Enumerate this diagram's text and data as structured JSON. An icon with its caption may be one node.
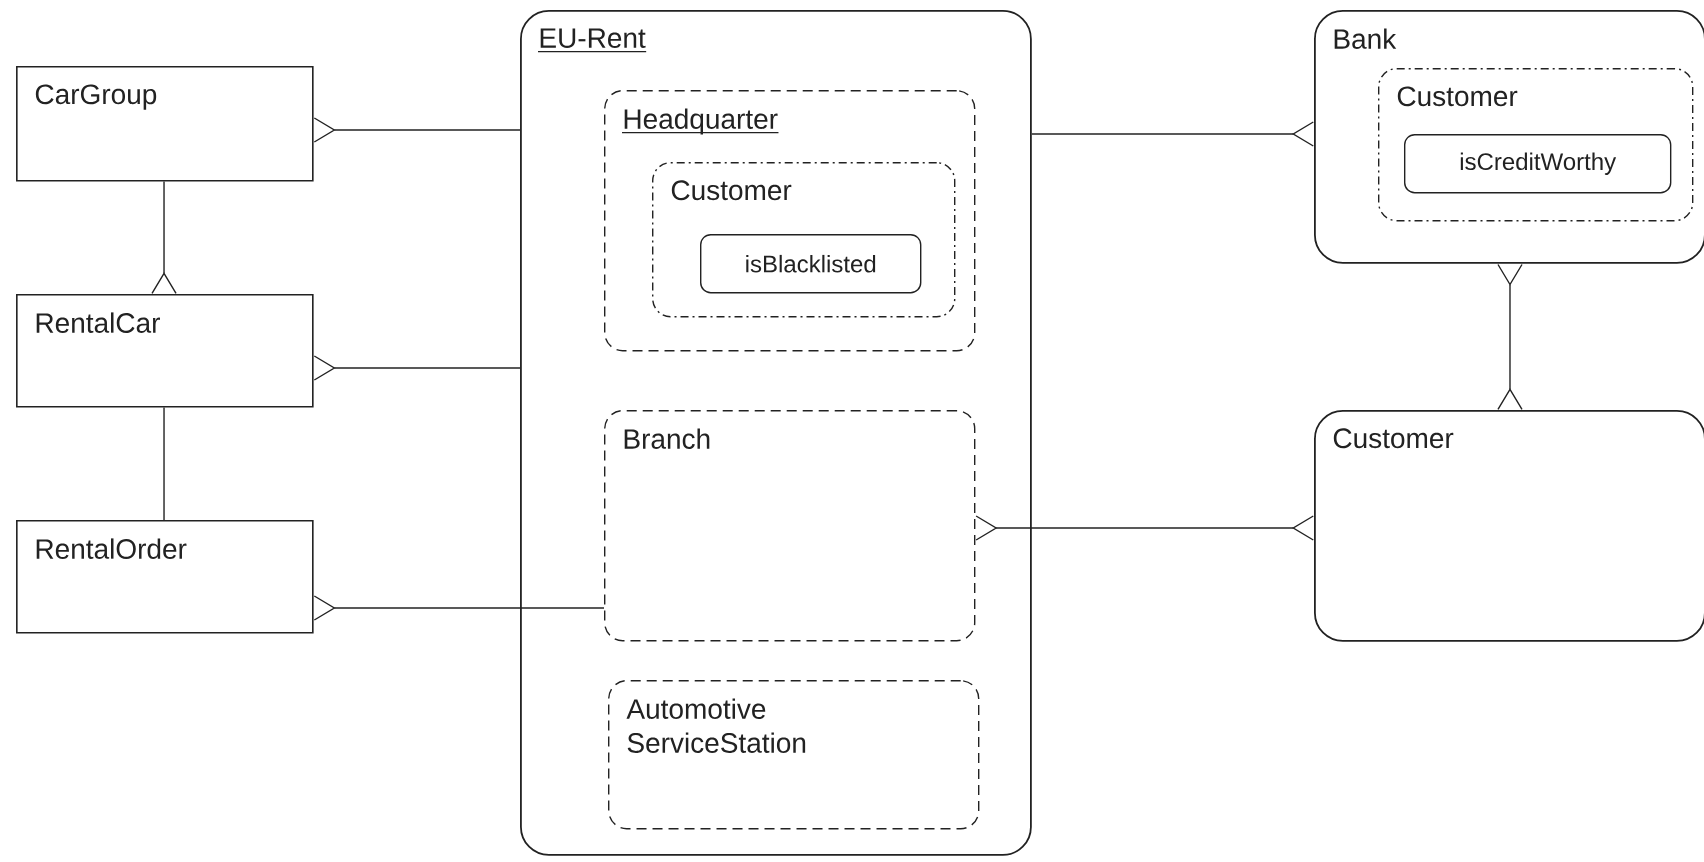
{
  "diagram": {
    "nodes": [
      {
        "text": [
          "CarGroup"
        ]
      },
      {
        "text": [
          "RentalCar"
        ]
      },
      {
        "text": [
          "RentalOrder"
        ]
      },
      {
        "text": [
          "EU-Rent"
        ]
      },
      {
        "text": [
          "Headquarter"
        ],
        "in": 3
      },
      {
        "text": [
          "Customer"
        ],
        "in": 4
      },
      {
        "text": [
          "isBlacklisted"
        ],
        "in": 5
      },
      {
        "text": [
          "Branch"
        ],
        "in": 3
      },
      {
        "text": [
          "Automotive ServiceStation"
        ],
        "in": 3
      },
      {
        "text": [
          "Bank"
        ]
      },
      {
        "text": [
          "Customer"
        ],
        "in": 9
      },
      {
        "text": [
          "isCreditWorthy"
        ],
        "in": 10
      },
      {
        "text": [
          "Customer"
        ]
      }
    ],
    "edges": [
      {
        "from": 3,
        "to": 0,
        "arrow": "other"
      },
      {
        "from": 3,
        "to": 1,
        "arrow": "other"
      },
      {
        "from": 7,
        "to": 2,
        "arrow": "other"
      },
      {
        "from": 0,
        "to": 1,
        "arrow": "other"
      },
      {
        "from": 1,
        "to": 2,
        "arrow": "none"
      },
      {
        "from": 3,
        "to": 9,
        "arrow": "other"
      },
      {
        "from": 9,
        "to": 12,
        "arrow": "other"
      },
      {
        "from": 7,
        "to": 12,
        "arrow": "other"
      }
    ]
  }
}
